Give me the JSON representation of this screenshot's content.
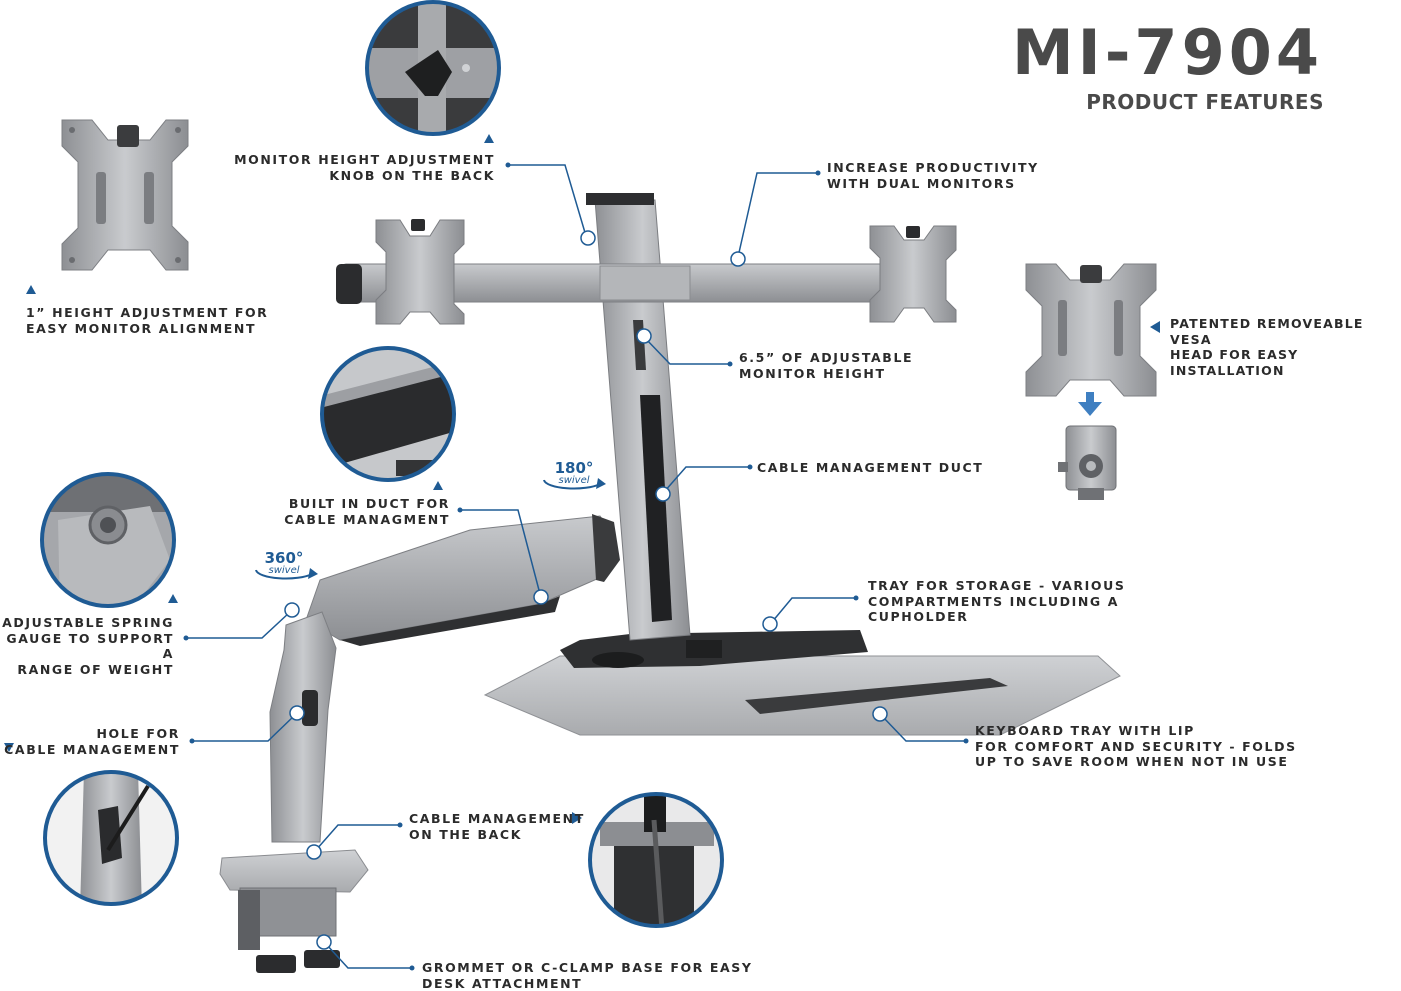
{
  "header": {
    "model": "MI-7904",
    "subtitle": "PRODUCT FEATURES"
  },
  "swivels": {
    "upper": {
      "degrees": "180°",
      "word": "swivel"
    },
    "lower": {
      "degrees": "360°",
      "word": "swivel"
    }
  },
  "features": {
    "height_knob": "MONITOR HEIGHT ADJUSTMENT\nKNOB ON THE BACK",
    "dual_monitors": "INCREASE PRODUCTIVITY\nWITH DUAL MONITORS",
    "one_inch": "1” HEIGHT ADJUSTMENT FOR\nEASY MONITOR ALIGNMENT",
    "vesa_head": "PATENTED REMOVEABLE VESA\nHEAD FOR EASY INSTALLATION",
    "adjustable_height": "6.5” OF ADJUSTABLE\nMONITOR HEIGHT",
    "cable_duct": "CABLE MANAGEMENT DUCT",
    "built_in_duct": "BUILT IN DUCT FOR\nCABLE MANAGMENT",
    "tray_storage": "TRAY FOR STORAGE - VARIOUS\nCOMPARTMENTS INCLUDING A\nCUPHOLDER",
    "spring_gauge": "ADJUSTABLE SPRING\nGAUGE TO SUPPORT A\nRANGE OF WEIGHT",
    "keyboard_tray": "KEYBOARD TRAY WITH LIP\nFOR COMFORT AND SECURITY - FOLDS\nUP TO SAVE ROOM WHEN NOT IN USE",
    "hole_cable": "HOLE FOR\nCABLE MANAGEMENT",
    "cable_back": "CABLE MANAGEMENT\nON THE BACK",
    "clamp_base": "GROMMET OR C-CLAMP BASE FOR EASY\nDESK ATTACHMENT"
  },
  "colors": {
    "accent": "#1f5b94",
    "silver": "#a7a9ac",
    "dark": "#2b2b2b"
  }
}
